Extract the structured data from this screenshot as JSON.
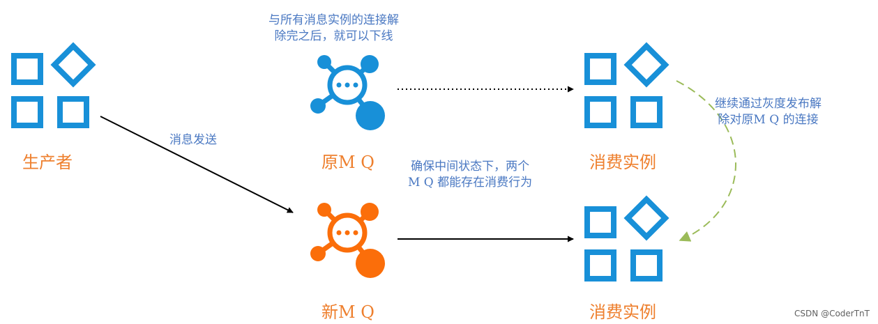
{
  "colors": {
    "blue": "#1890d8",
    "orange": "#fb6e0a",
    "label_orange": "#ee7f2d",
    "note_blue": "#4a78c2",
    "dashed_green": "#9bbb59",
    "arrow_black": "#000000"
  },
  "nodes": {
    "producer": {
      "label": "生产者",
      "icon": "apps-grid-icon"
    },
    "old_mq": {
      "label": "原M Q",
      "icon": "mq-hub-icon"
    },
    "new_mq": {
      "label": "新M Q",
      "icon": "mq-hub-icon"
    },
    "consumer_top": {
      "label": "消费实例",
      "icon": "apps-grid-icon"
    },
    "consumer_bottom": {
      "label": "消费实例",
      "icon": "apps-grid-icon"
    }
  },
  "annotations": {
    "offline_note": [
      "与所有消息实例的连接解",
      "除完之后，就可以下线"
    ],
    "send_label": "消息发送",
    "both_consume_note": [
      "确保中间状态下，两个",
      "M Q 都能存在消费行为"
    ],
    "gray_release_note": [
      "继续通过灰度发布解",
      "除对原M Q 的连接"
    ]
  },
  "watermark": "CSDN @CoderTnT"
}
